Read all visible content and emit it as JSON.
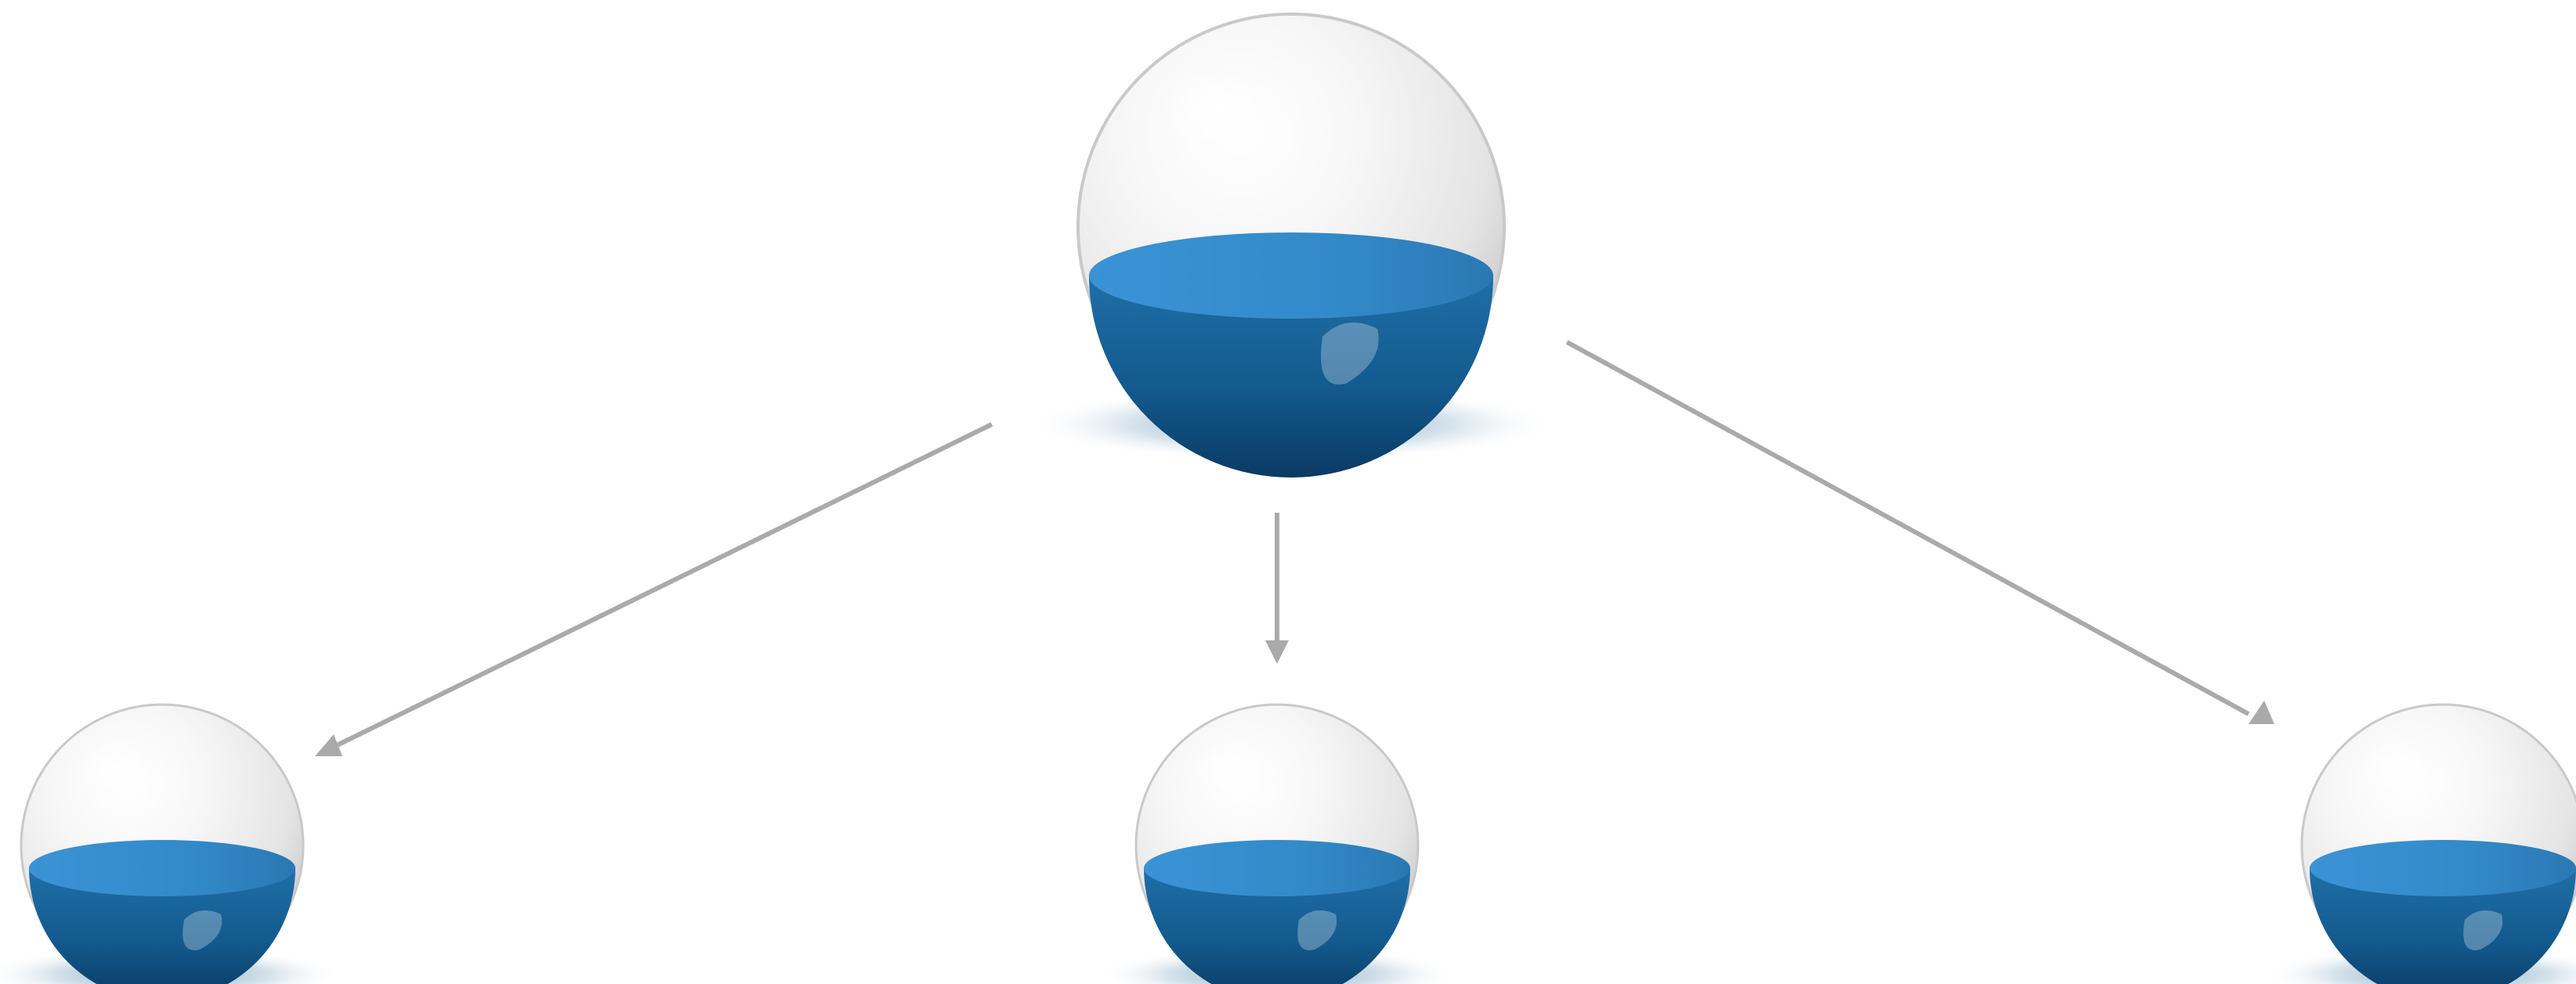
{
  "diagram": {
    "kind": "hierarchy",
    "root": {
      "id": "root",
      "icon": "half-filled-sphere-icon",
      "fill_level": 0.45,
      "children": [
        {
          "id": "left",
          "icon": "half-filled-sphere-icon",
          "fill_level": 0.45
        },
        {
          "id": "center",
          "icon": "half-filled-sphere-icon",
          "fill_level": 0.45
        },
        {
          "id": "right",
          "icon": "half-filled-sphere-icon",
          "fill_level": 0.45
        }
      ]
    },
    "colors": {
      "sphere_light": "#ffffff",
      "sphere_mid": "#e9e9e9",
      "sphere_edge": "#bdbdbd",
      "liquid_surface": "#3a8fd0",
      "liquid_surface_edge": "#2d7bb9",
      "liquid_body_top": "#1f6fa8",
      "liquid_body_bottom": "#0b3f6a",
      "arrow": "#aaaaaa",
      "shadow": "#1c5f8f"
    }
  }
}
